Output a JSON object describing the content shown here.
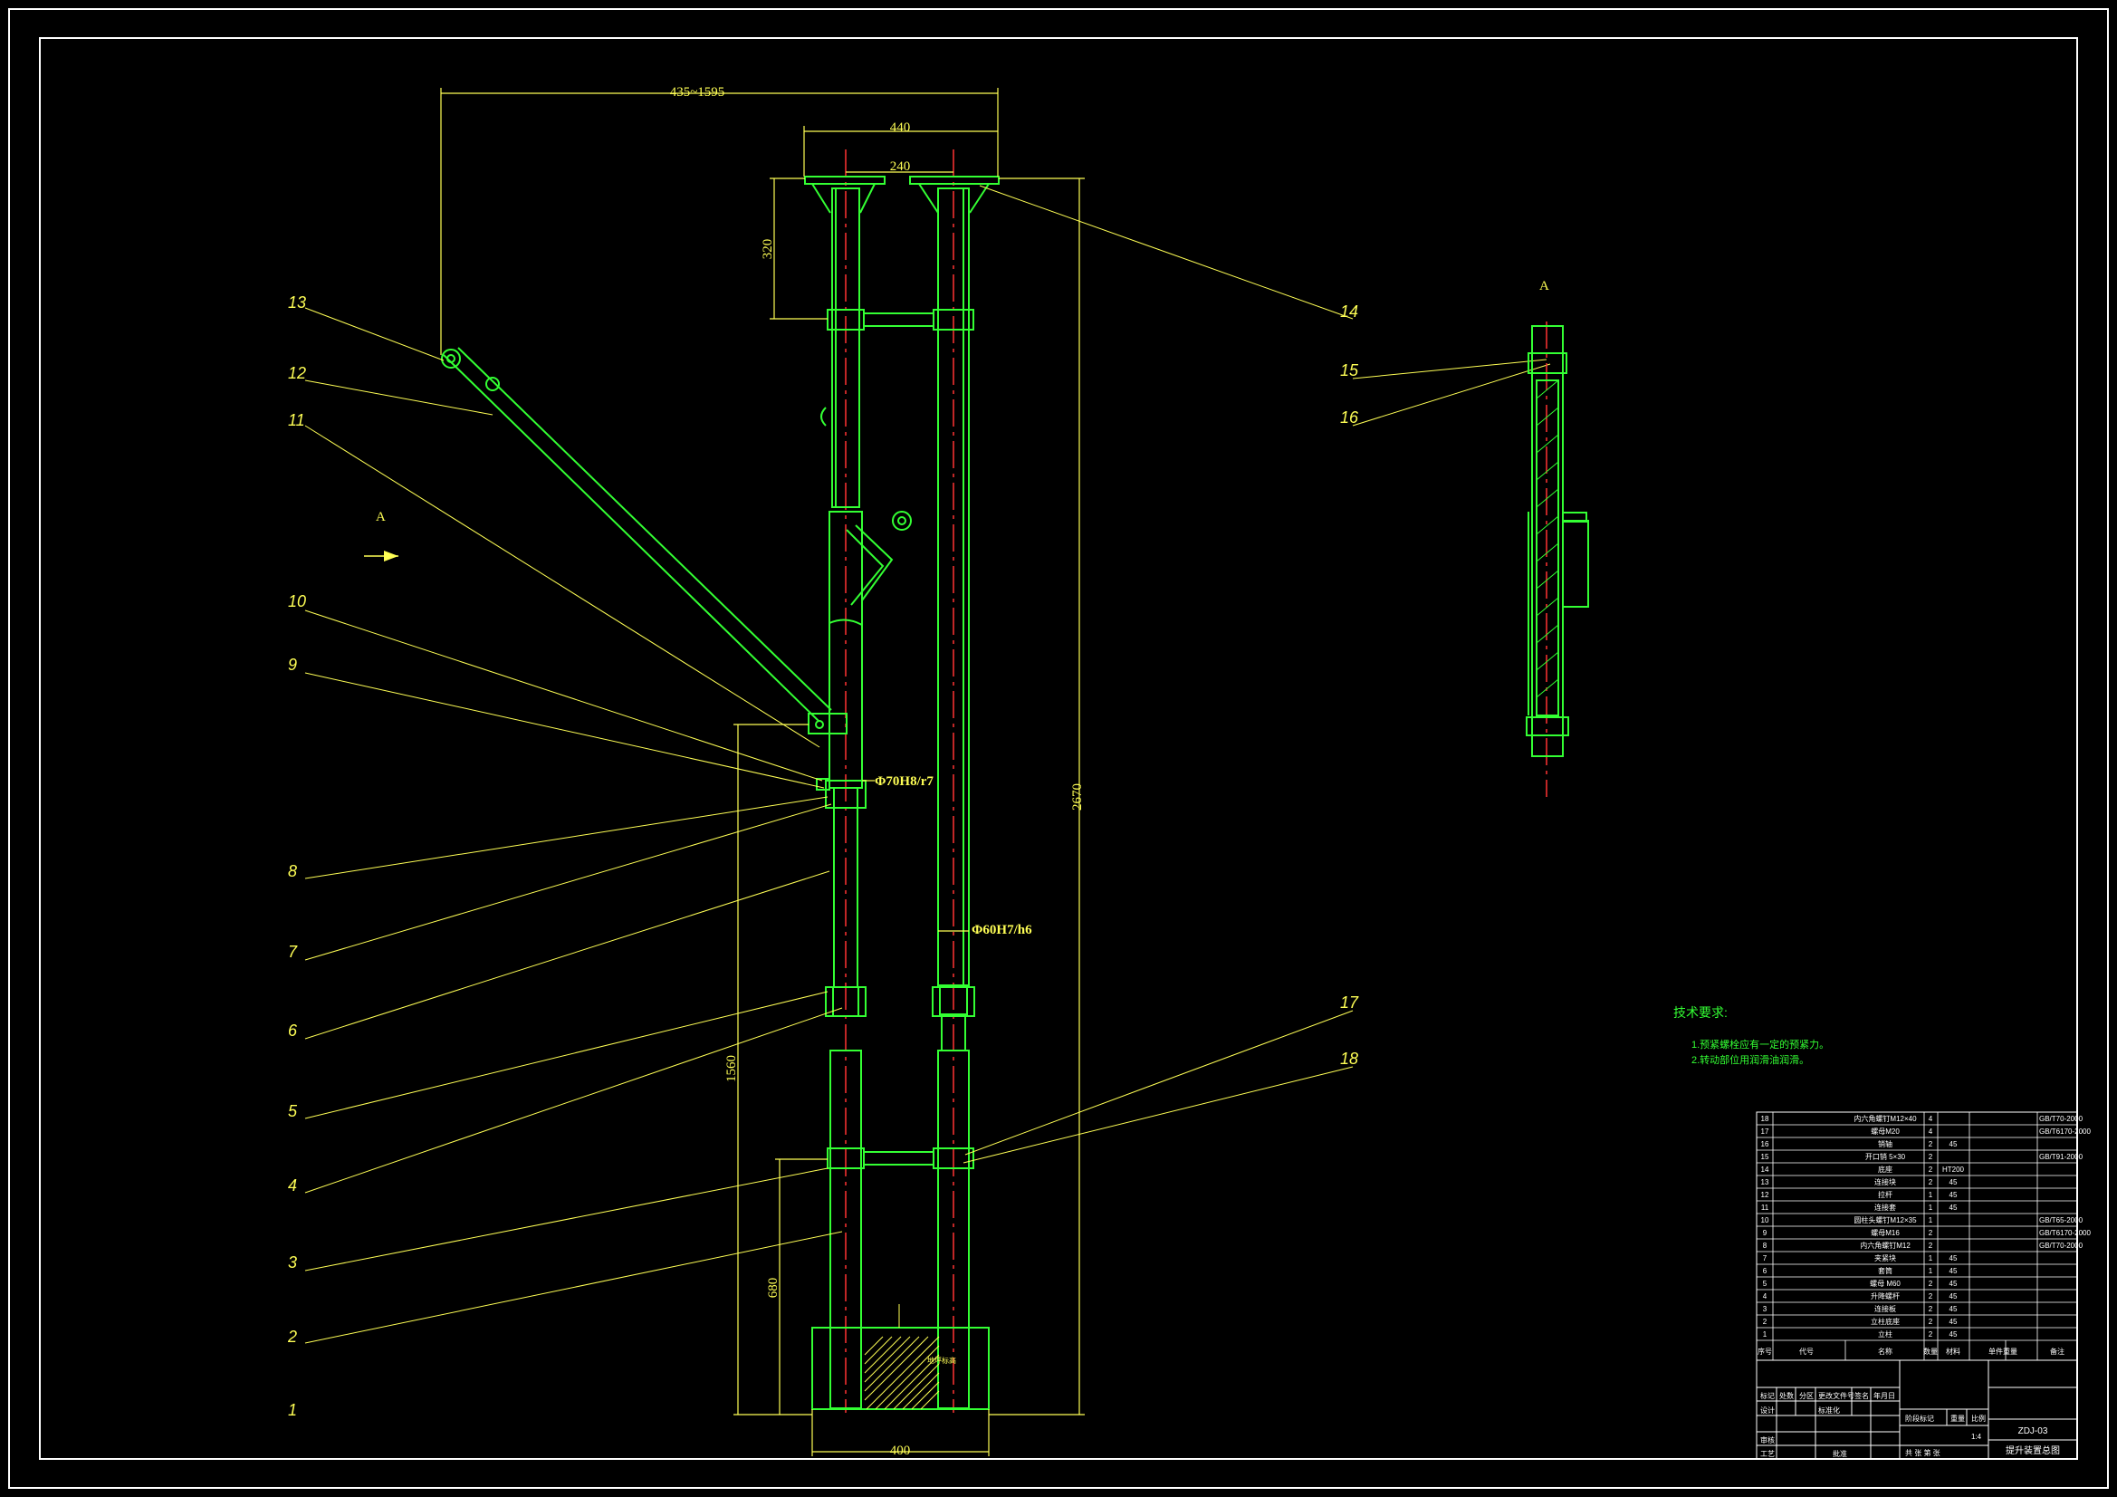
{
  "colors": {
    "background": "#000000",
    "border": "#ffffff",
    "part": "#33ff33",
    "dimension": "#ffff55",
    "centerline": "#ff3333",
    "hatch": "#ffff55"
  },
  "dimensions": {
    "range": "435~1595",
    "width_outer": "440",
    "width_inner": "240",
    "top_seg": "320",
    "total_height": "2670",
    "mid_height": "1560",
    "low_height": "680",
    "base_width": "400"
  },
  "fits": {
    "upper": "Φ70H8/r7",
    "lower": "Φ60H7/h6",
    "base_label": "地坪标高"
  },
  "view_label": "A",
  "leaders": [
    "1",
    "2",
    "3",
    "4",
    "5",
    "6",
    "7",
    "8",
    "9",
    "10",
    "11",
    "12",
    "13",
    "14",
    "15",
    "16",
    "17",
    "18"
  ],
  "notes": {
    "title": "技术要求:",
    "lines": [
      "1.预紧螺栓应有一定的预紧力。",
      "2.转动部位用润滑油润滑。"
    ]
  },
  "bom": {
    "header": [
      "序号",
      "代号",
      "名称",
      "数量",
      "材料",
      "单件重量",
      "备注"
    ],
    "rows": [
      {
        "no": "18",
        "name": "内六角螺钉M12×40",
        "qty": "4",
        "mat": "",
        "note": "GB/T70-2000"
      },
      {
        "no": "17",
        "name": "螺母M20",
        "qty": "4",
        "mat": "",
        "note": "GB/T6170-2000"
      },
      {
        "no": "16",
        "name": "销轴",
        "qty": "2",
        "mat": "45",
        "note": ""
      },
      {
        "no": "15",
        "name": "开口销 5×30",
        "qty": "2",
        "mat": "",
        "note": "GB/T91-2000"
      },
      {
        "no": "14",
        "name": "底座",
        "qty": "2",
        "mat": "HT200",
        "note": ""
      },
      {
        "no": "13",
        "name": "连接块",
        "qty": "2",
        "mat": "45",
        "note": ""
      },
      {
        "no": "12",
        "name": "拉杆",
        "qty": "1",
        "mat": "45",
        "note": ""
      },
      {
        "no": "11",
        "name": "连接套",
        "qty": "1",
        "mat": "45",
        "note": ""
      },
      {
        "no": "10",
        "name": "圆柱头螺钉M12×35",
        "qty": "1",
        "mat": "",
        "note": "GB/T65-2000"
      },
      {
        "no": "9",
        "name": "螺母M16",
        "qty": "2",
        "mat": "",
        "note": "GB/T6170-2000"
      },
      {
        "no": "8",
        "name": "内六角螺钉M12",
        "qty": "2",
        "mat": "",
        "note": "GB/T70-2000"
      },
      {
        "no": "7",
        "name": "夹紧块",
        "qty": "1",
        "mat": "45",
        "note": ""
      },
      {
        "no": "6",
        "name": "套筒",
        "qty": "1",
        "mat": "45",
        "note": ""
      },
      {
        "no": "5",
        "name": "螺母 M60",
        "qty": "2",
        "mat": "45",
        "note": ""
      },
      {
        "no": "4",
        "name": "升降螺杆",
        "qty": "2",
        "mat": "45",
        "note": ""
      },
      {
        "no": "3",
        "name": "连接板",
        "qty": "2",
        "mat": "45",
        "note": ""
      },
      {
        "no": "2",
        "name": "立柱底座",
        "qty": "2",
        "mat": "45",
        "note": ""
      },
      {
        "no": "1",
        "name": "立柱",
        "qty": "2",
        "mat": "45",
        "note": ""
      }
    ]
  },
  "title_block": {
    "drawing_no": "ZDJ-03",
    "title": "提升装置总图",
    "scale_label": "比例",
    "scale": "1:4",
    "stage_label": "阶段标记",
    "weight_label": "重量",
    "sheet_text": "共 张 第 张",
    "rows": [
      "标记",
      "设计",
      "审核",
      "工艺"
    ],
    "cols": [
      "处数",
      "分区",
      "更改文件号",
      "签名",
      "年月日"
    ],
    "std": "标准化",
    "approve": "批准"
  }
}
